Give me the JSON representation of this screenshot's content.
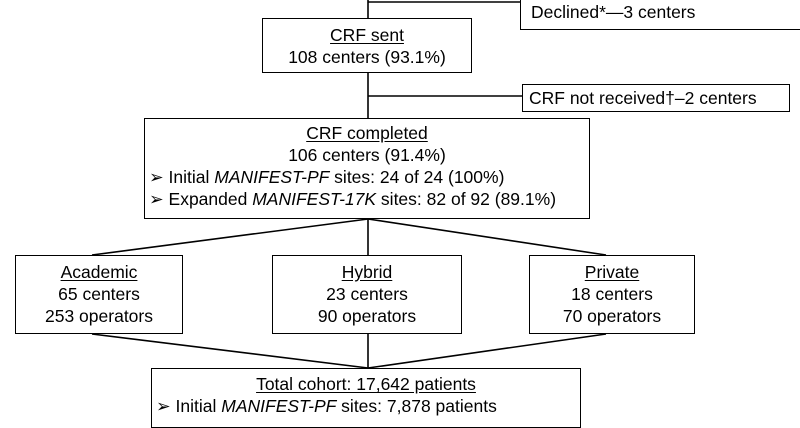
{
  "declined_box": {
    "line": "Declined*—3 centers"
  },
  "crf_sent": {
    "title": "CRF sent",
    "count": "108 centers (93.1%)"
  },
  "crf_not_received": {
    "text": "CRF not received†–2 centers"
  },
  "crf_completed": {
    "title": "CRF completed",
    "count": "106 centers (91.4%)",
    "bullet_1": {
      "prefix": "➢ Initial ",
      "italic": "MANIFEST-PF",
      "suffix": " sites: 24 of 24 (100%)"
    },
    "bullet_2": {
      "prefix": "➢ Expanded ",
      "italic": "MANIFEST-17K",
      "suffix": " sites: 82 of 92 (89.1%)"
    }
  },
  "academic": {
    "title": "Academic",
    "centers": "65 centers",
    "operators": "253 operators"
  },
  "hybrid": {
    "title": "Hybrid",
    "centers": "23 centers",
    "operators": "90 operators"
  },
  "private": {
    "title": "Private",
    "centers": "18 centers",
    "operators": "70 operators"
  },
  "total_cohort": {
    "title": "Total cohort: 17,642 patients",
    "bullet_1": {
      "prefix": "➢ Initial ",
      "italic": "MANIFEST-PF",
      "suffix": " sites: 7,878 patients"
    }
  }
}
